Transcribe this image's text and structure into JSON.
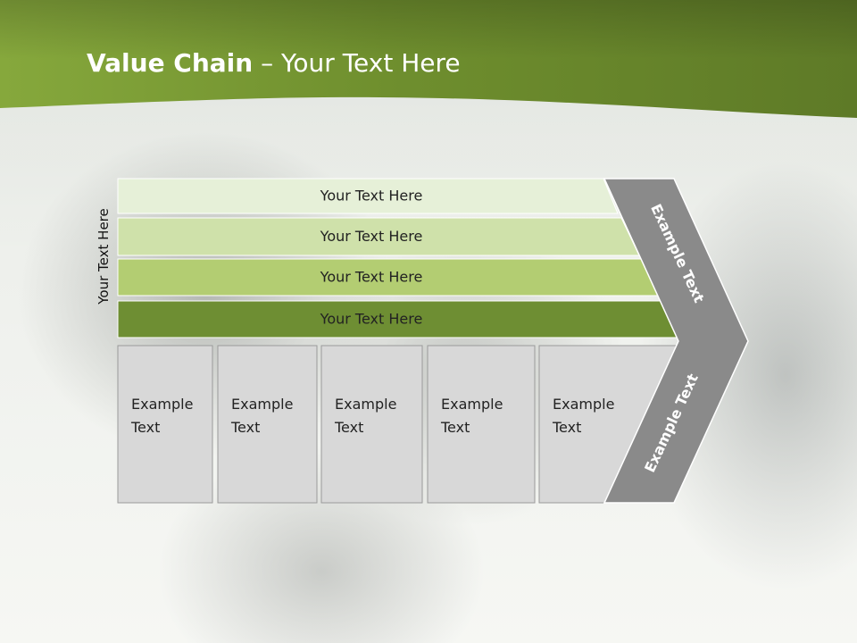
{
  "slide": {
    "title_bold": "Value Chain",
    "title_rest": " – Your Text Here",
    "side_label": "Your Text Here",
    "rows": [
      {
        "label": "Your Text Here",
        "fill": "#e6f0d8"
      },
      {
        "label": "Your Text Here",
        "fill": "#cfe1aa"
      },
      {
        "label": "Your Text Here",
        "fill": "#b3cd72"
      },
      {
        "label": "Your Text Here",
        "fill": "#6e8e33"
      }
    ],
    "boxes": [
      {
        "line1": "Example",
        "line2": "Text"
      },
      {
        "line1": "Example",
        "line2": "Text"
      },
      {
        "line1": "Example",
        "line2": "Text"
      },
      {
        "line1": "Example",
        "line2": "Text"
      },
      {
        "line1": "Example",
        "line2": "Text"
      }
    ],
    "chevron_top_label": "Example Text",
    "chevron_bottom_label": "Example Text"
  },
  "colors": {
    "header_green": "#6f8f2e",
    "box_fill": "#d8d8d8",
    "chevron_fill": "#8a8a8a",
    "title_text": "#ffffff"
  }
}
